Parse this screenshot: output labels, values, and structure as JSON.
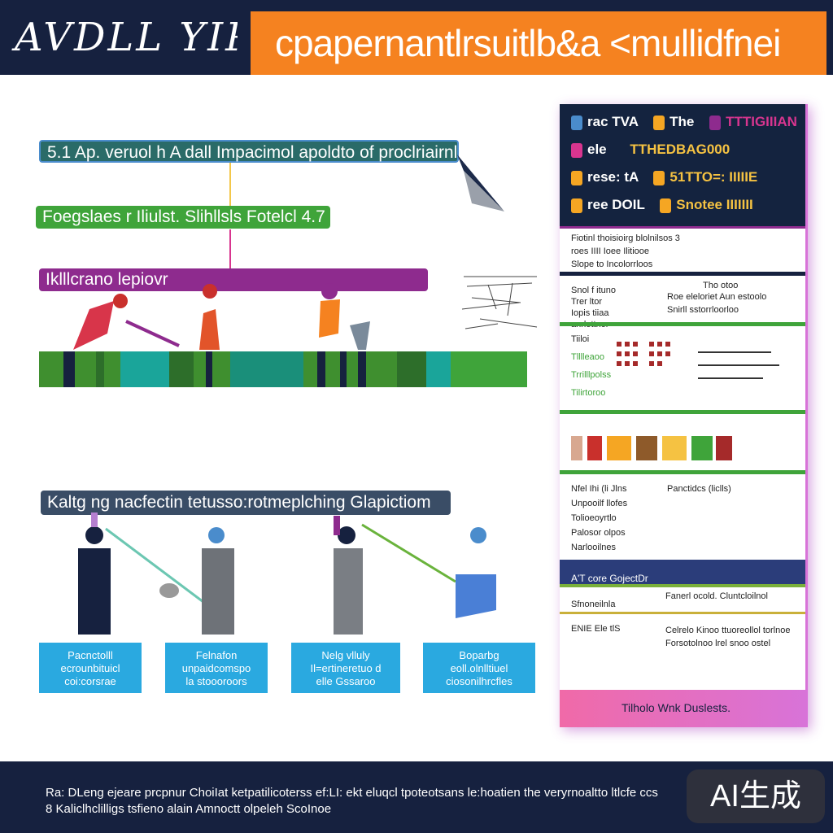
{
  "header": {
    "logo_text": "AVDLL YIP",
    "title": "cpapernantlrsuitlb&a <mullidfnei"
  },
  "banners": {
    "b1": "5.1 Ap. veruol h A dall Impacimol apoldto of proclriairnl",
    "b2": "Foegslaes r Iliulst. Slihllsls Fotelcl 4.7",
    "b3": "Iklllcrano lepiovr",
    "b4": "Kaltg ng nacfectin tetusso:rotmeplching Glapictiom"
  },
  "bottom_labels": [
    {
      "line1": "Pacnctolll",
      "line2": "ecrounbituicl",
      "line3": "coi:corsrae"
    },
    {
      "line1": "Felnafon",
      "line2": "unpaidcomspo",
      "line3": "la stoooroors"
    },
    {
      "line1": "Nelg vlluly",
      "line2": "Il=ertineretuo d",
      "line3": "elle Gssaroo"
    },
    {
      "line1": "Boparbg",
      "line2": "eoll.olnlltiuel",
      "line3": "ciosonilhrcfles"
    }
  ],
  "legend": [
    {
      "a": "rac TVA",
      "b": "The",
      "c": "TTTIGIIIAN"
    },
    {
      "a": "ele",
      "b": "TTHEDBAG000",
      "c": ""
    },
    {
      "a": "rese: tA",
      "b": "51TTO=: IIIIIE",
      "c": ""
    },
    {
      "a": "ree DOIL",
      "b": "Snotee IIIIIII",
      "c": ""
    }
  ],
  "panel": {
    "s1": [
      "Fiotinl thoisioirg blolnilsos 3",
      "roes IIII Ioee Ilitiooe",
      "Slope to Incolorrloos"
    ],
    "s2_left": [
      "Snol f ituno",
      "Trer ltor",
      "Iopis tiiaa",
      "anrlottnor"
    ],
    "s2_right": [
      "Tho otoo",
      "Roe eleloriet Aun estoolo",
      "Snirll sstorrloorloo"
    ],
    "s3": [
      "Tiiloi",
      "Tlllleaoo",
      "Trrilllpolss",
      "Tilirtoroo"
    ],
    "s4_left": [
      "Nfel Ihi (li Jlns",
      "Unpooilf llofes",
      "Tolioeoyrtlo",
      "Palosor olpos",
      "Narlooilnes"
    ],
    "s4_right": [
      "Panctidcs (liclls)"
    ],
    "s5_title": "A'T core GojectDr",
    "s5_left": [
      "Sfnoneilnla",
      "ENIE Ele tlS"
    ],
    "s5_right": [
      "Fanerl ocold. Cluntcloilnol",
      "Celrelo Kinoo ttuoreollol torlnoe",
      "Forsotolnoo lrel snoo ostel"
    ],
    "footer": "Tilholo Wnk Duslests."
  },
  "footer": {
    "line1": "Ra: DLeng ejeare prcpnur ChoiIat  ketpatilicoterss ef:LI: ekt eluqcl tpoteotsans le:hoatien the veryrnoaltto ltlcfe ccs",
    "line2": "8 Kaliclhclilligs tsfieno alain Amnoctt olpeleh ScoInoe",
    "watermark": "AI生成"
  },
  "colors": {
    "navy": "#16213f",
    "orange": "#f58220",
    "green": "#3fa43a",
    "purple": "#8e2b8e",
    "slate": "#3a4d66",
    "teal": "#2a6b68",
    "cyan": "#2aa9e0"
  }
}
